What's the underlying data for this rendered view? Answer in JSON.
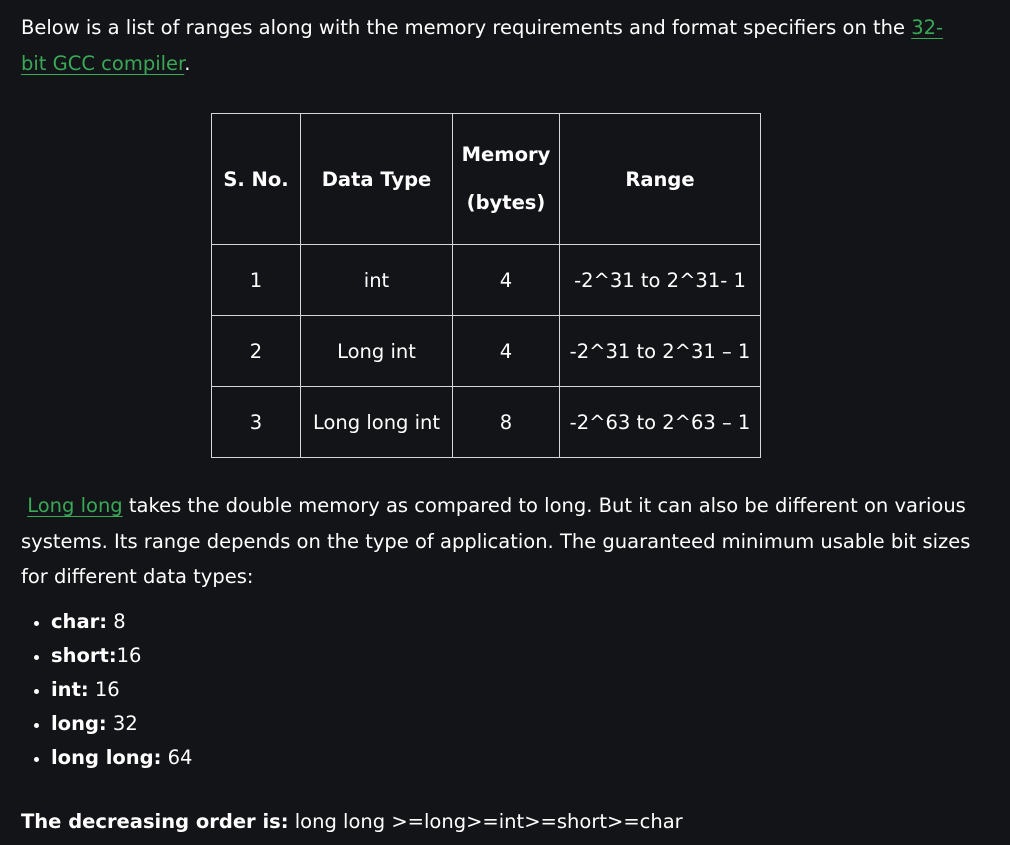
{
  "intro": {
    "text_before": "Below is a list of ranges along with the memory requirements and format specifiers on the ",
    "link_text_line1": "32-",
    "link_text_line2": "bit GCC compiler",
    "text_after": "."
  },
  "table": {
    "headers": {
      "sno": "S. No.",
      "data_type": "Data Type",
      "memory_line1": "Memory",
      "memory_line2": "(bytes)",
      "range": "Range"
    },
    "rows": [
      {
        "sno": "1",
        "type": "int",
        "memory": "4",
        "range": "-2^31 to 2^31- 1"
      },
      {
        "sno": "2",
        "type": "Long int",
        "memory": "4",
        "range": "-2^31 to 2^31 – 1"
      },
      {
        "sno": "3",
        "type": "Long long int",
        "memory": "8",
        "range": "-2^63 to 2^63 – 1"
      }
    ]
  },
  "paragraph": {
    "link_text": "Long long",
    "text": " takes the double memory as compared to long. But it can also be different on various systems. Its range depends on the type of application. The guaranteed minimum usable bit sizes for different data types:"
  },
  "sizes": [
    {
      "label": "char:",
      "value": " 8"
    },
    {
      "label": "short:",
      "value": "16"
    },
    {
      "label": "int:",
      "value": " 16"
    },
    {
      "label": "long:",
      "value": " 32"
    },
    {
      "label": "long long:",
      "value": " 64"
    }
  ],
  "order": {
    "label": "The decreasing order is:",
    "value": " long long >=long>=int>=short>=char"
  },
  "colors": {
    "background": "#131417",
    "text": "#ffffff",
    "link": "#39a857",
    "table_border": "#d6d6d6"
  }
}
